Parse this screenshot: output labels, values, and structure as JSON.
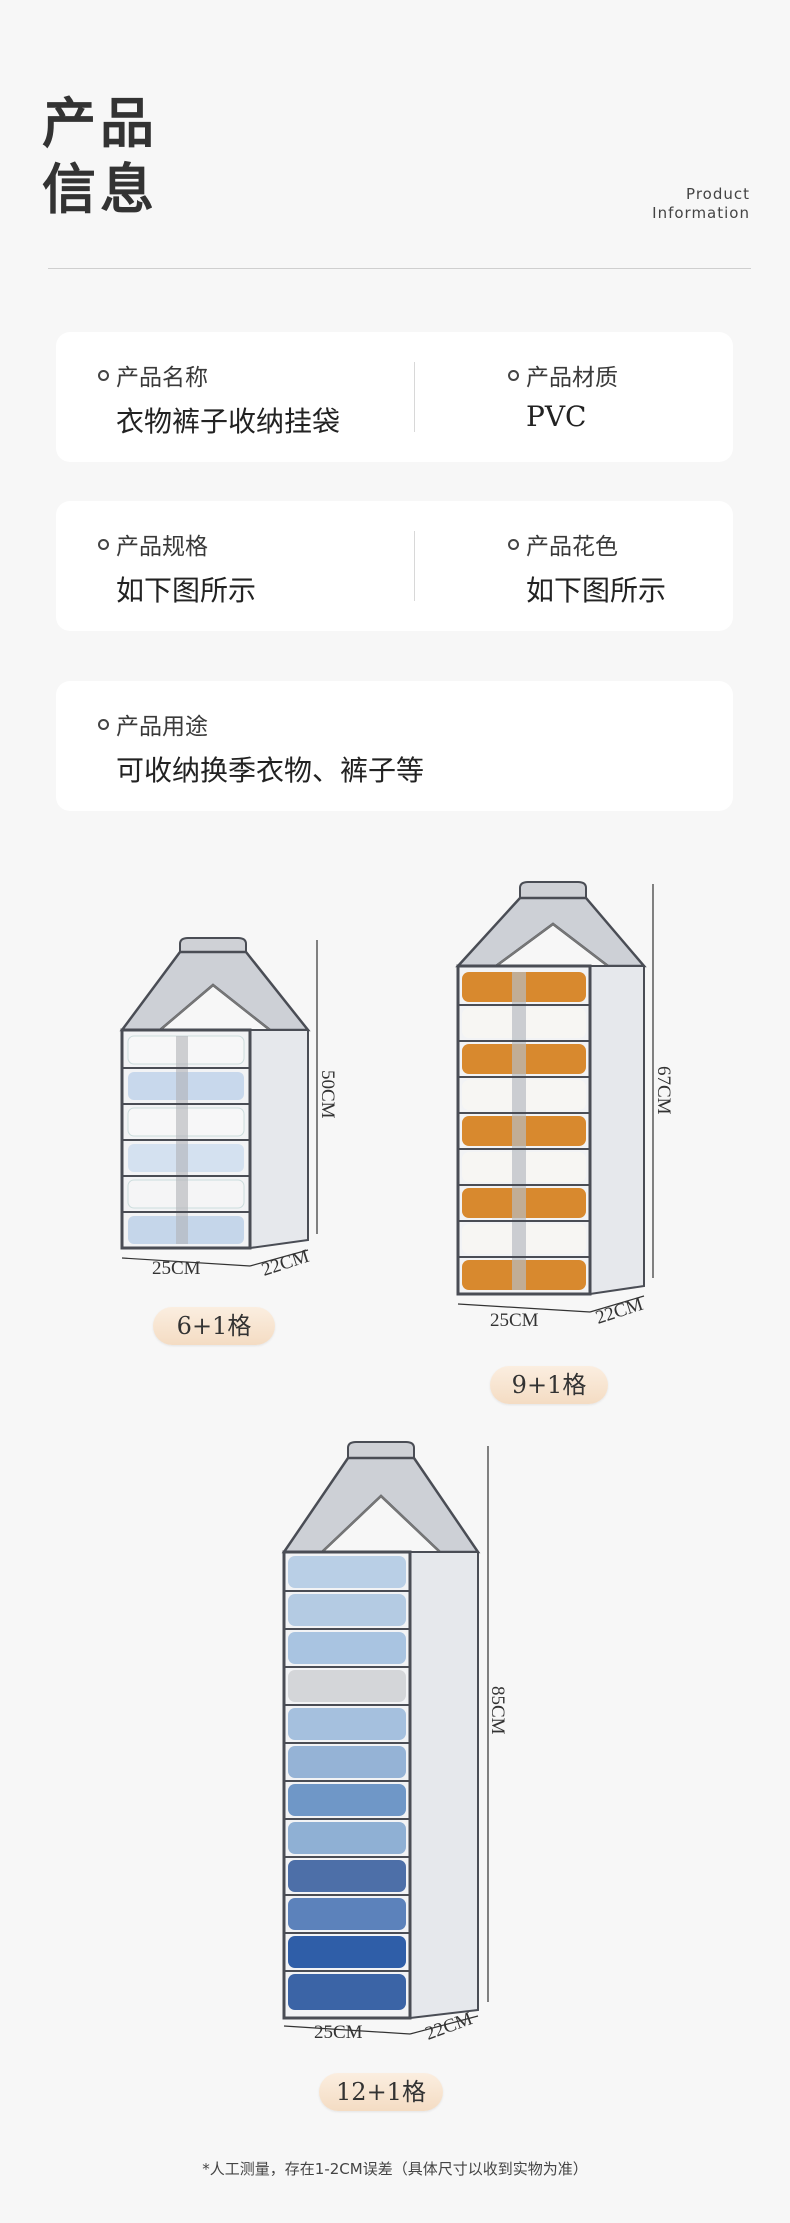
{
  "header": {
    "title_line1": "产品",
    "title_line2": "信息",
    "en_line1": "Product",
    "en_line2": "Information"
  },
  "info": {
    "name_label": "产品名称",
    "name_value": "衣物裤子收纳挂袋",
    "material_label": "产品材质",
    "material_value": "PVC",
    "spec_label": "产品规格",
    "spec_value": "如下图所示",
    "pattern_label": "产品花色",
    "pattern_value": "如下图所示",
    "usage_label": "产品用途",
    "usage_value": "可收纳换季衣物、裤子等"
  },
  "products": [
    {
      "grid": "6+1格",
      "height": "50CM",
      "width": "25CM",
      "depth": "22CM"
    },
    {
      "grid": "9+1格",
      "height": "67CM",
      "width": "25CM",
      "depth": "22CM"
    },
    {
      "grid": "12+1格",
      "height": "85CM",
      "width": "25CM",
      "depth": "22CM"
    }
  ],
  "colors": {
    "card_bg": "#ffffff",
    "pill_bg": "#f4dcc3",
    "frame": "#4a4d55"
  },
  "footnote": "*人工测量，存在1-2CM误差（具体尺寸以收到实物为准）"
}
